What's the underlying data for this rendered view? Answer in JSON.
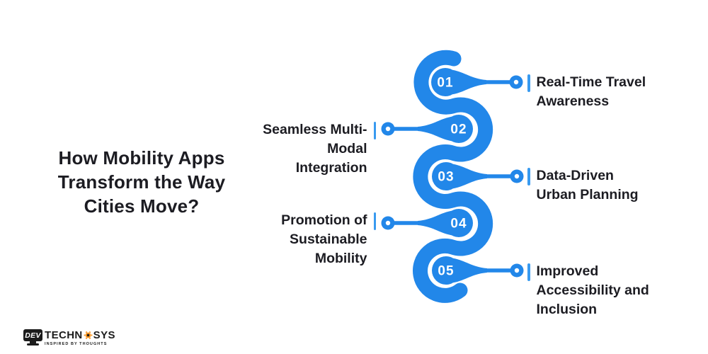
{
  "title": {
    "full": "How Mobility Apps Transform the Way Cities Move?",
    "lines": [
      "How Mobility Apps",
      "Transform the Way",
      "Cities Move?"
    ]
  },
  "steps": [
    {
      "number": "01",
      "side": "right",
      "label": "Real-Time Travel Awareness",
      "lines": [
        "Real-Time Travel",
        "Awareness"
      ]
    },
    {
      "number": "02",
      "side": "left",
      "label": "Seamless Multi-Modal Integration",
      "lines": [
        "Seamless Multi-",
        "Modal",
        "Integration"
      ]
    },
    {
      "number": "03",
      "side": "right",
      "label": "Data-Driven Urban Planning",
      "lines": [
        "Data-Driven",
        "Urban Planning"
      ]
    },
    {
      "number": "04",
      "side": "left",
      "label": "Promotion of Sustainable Mobility",
      "lines": [
        "Promotion of",
        "Sustainable",
        "Mobility"
      ]
    },
    {
      "number": "05",
      "side": "right",
      "label": "Improved Accessibility and Inclusion",
      "lines": [
        "Improved",
        "Accessibility and",
        "Inclusion"
      ]
    }
  ],
  "logo": {
    "monitor_text": "DEV",
    "brand_left": "TECHN",
    "brand_right": "SYS",
    "tagline": "INSPIRED BY THOUGHTS"
  },
  "icons": {
    "logo_gear": "gear-icon",
    "logo_monitor": "monitor-icon"
  },
  "colors": {
    "snake_blue": "#2287e9",
    "bar_blue": "#389af0",
    "text_dark": "#1c1c22",
    "logo_dark": "#1c1c1c",
    "logo_orange": "#f6921e"
  }
}
